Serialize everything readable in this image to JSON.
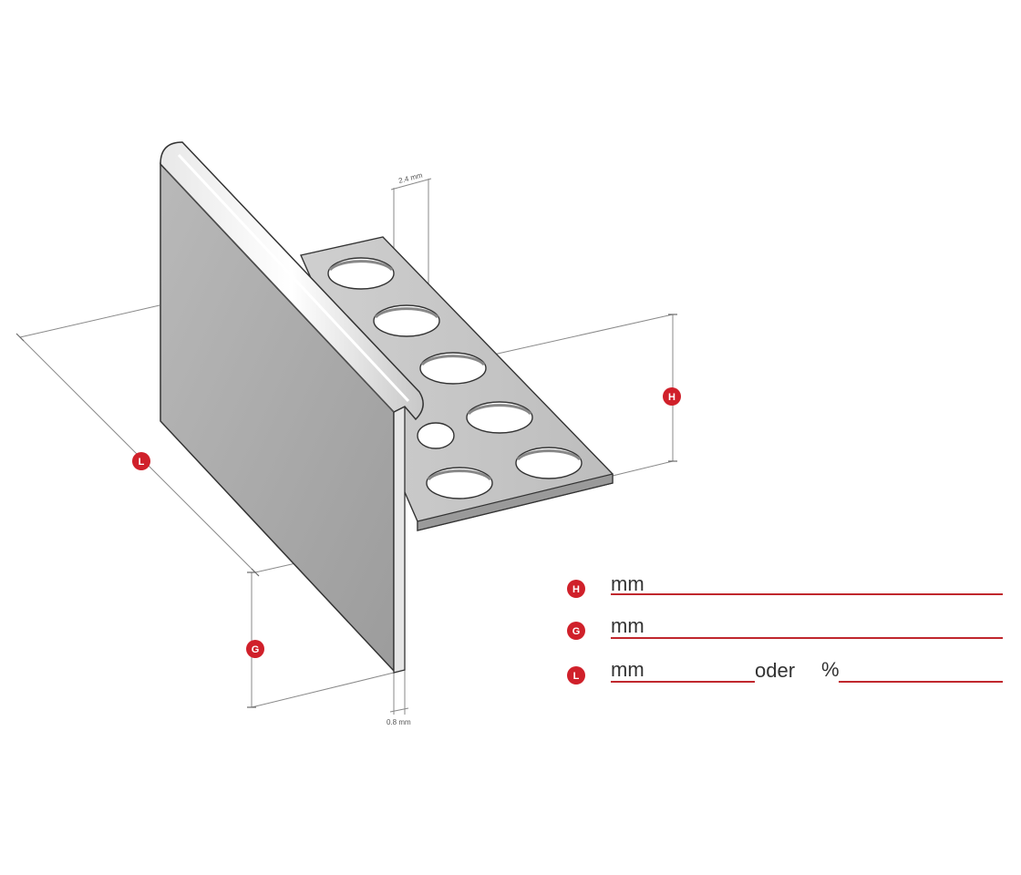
{
  "dimensions": {
    "wall_thickness": "2.4 mm",
    "base_thickness": "0.8 mm"
  },
  "badges": {
    "h": "H",
    "g": "G",
    "l": "L"
  },
  "form": {
    "rows": [
      {
        "badge": "H",
        "unit": "mm"
      },
      {
        "badge": "G",
        "unit": "mm"
      },
      {
        "badge": "L",
        "unit": "mm",
        "or_label": "oder",
        "percent_label": "%"
      }
    ]
  },
  "colors": {
    "accent_red": "#d0202a",
    "profile_face": "#a9a9a9",
    "profile_edge": "#333333"
  }
}
